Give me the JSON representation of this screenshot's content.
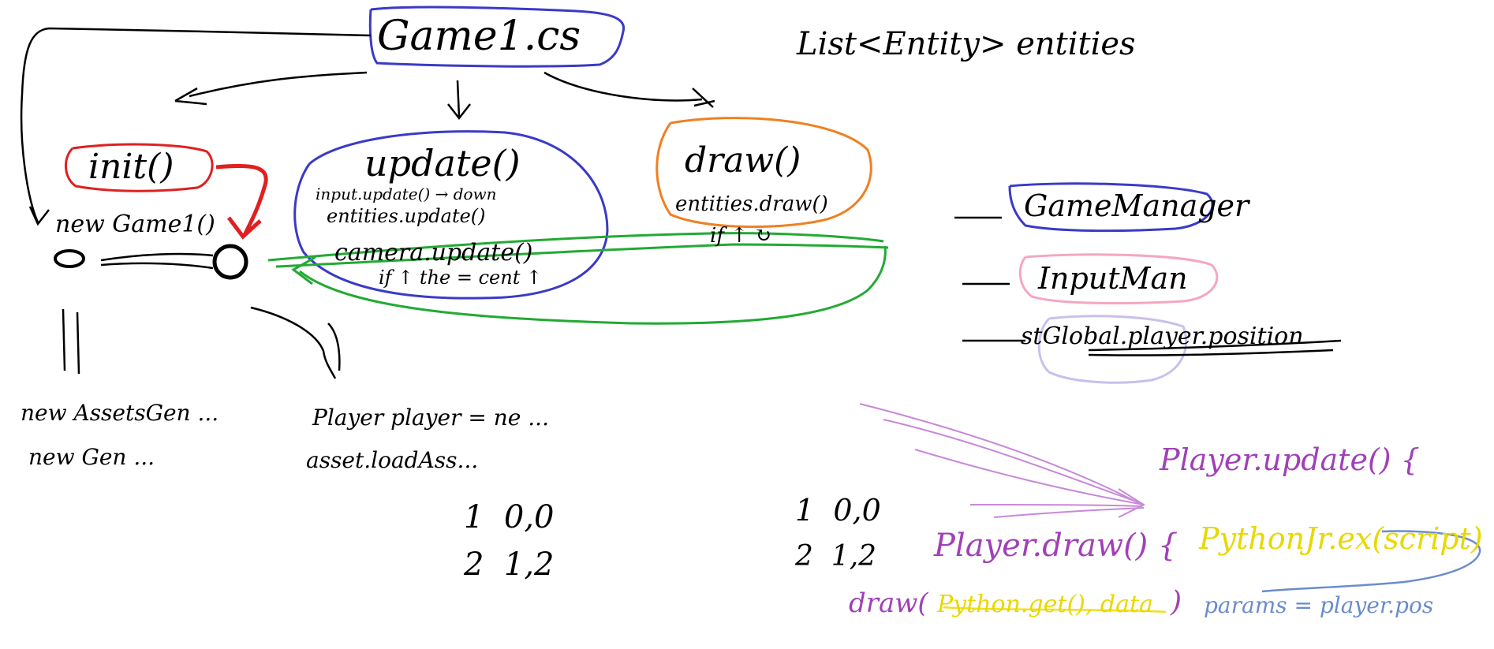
{
  "diagram": {
    "title": "Game1.cs",
    "list_note": "List<Entity> entities",
    "init": "init()",
    "new_game": "new Game1()",
    "update": "update()",
    "update_line1": "input.update() → down",
    "update_line2": "entities.update()",
    "update_line3": "camera.update()",
    "update_line4": "if ↑ the = cent ↑",
    "draw": "draw()",
    "draw_line1": "entities.draw()",
    "draw_line2": "if ↑ ↻",
    "assets_line1": "new AssetsGen ...",
    "assets_line2": "new Gen ...",
    "player_line1": "Player player = ne ...",
    "player_line2": "asset.loadAss...",
    "table1_row1": "1  0,0",
    "table1_row2": "2  1,2",
    "table2_row1": "1  0,0",
    "table2_row2": "2  1,2",
    "manager1": "GameManager",
    "manager2": "InputMan",
    "manager3": "stGlobal.player.position",
    "player_update": "Player.update() {",
    "player_draw": "Player.draw() {",
    "python_exec": "PythonJr.ex(script)",
    "draw_call_a": "draw(",
    "draw_call_b": "Python.get(), data",
    "draw_call_c": ")",
    "params": "params = player.pos"
  },
  "colors": {
    "ink": "#000000",
    "title_box": "#3a3ac8",
    "init_box": "#e02020",
    "init_arrow": "#e02020",
    "update_box": "#3a3ac8",
    "draw_box": "#f08020",
    "loop_arrow": "#22aa33",
    "manager1_box": "#3a3ac8",
    "manager2_box": "#f4a6c0",
    "manager3_box": "#c8c0ec",
    "purple_text": "#a040b8",
    "yellow_text": "#f0e020",
    "blue_text": "#6a8ccc",
    "arrow_pink": "#c888d8"
  }
}
